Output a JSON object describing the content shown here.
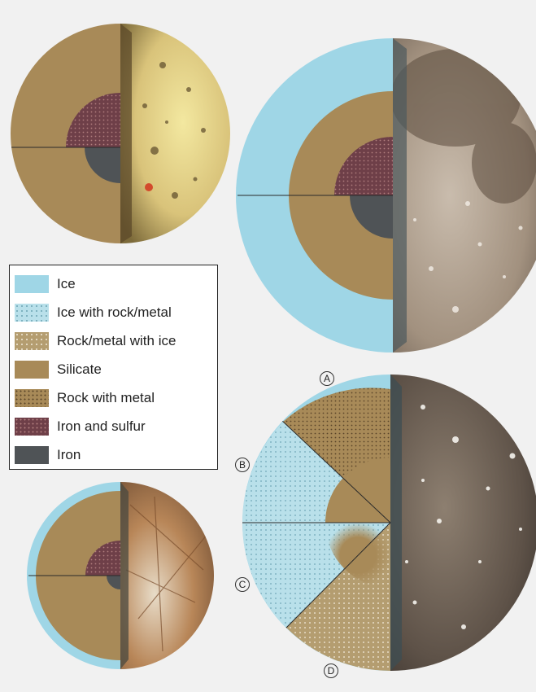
{
  "legend": {
    "items": [
      {
        "label": "Ice",
        "swatch": "ice"
      },
      {
        "label": "Ice with rock/metal",
        "swatch": "ice-rock"
      },
      {
        "label": "Rock/metal with ice",
        "swatch": "rock-ice"
      },
      {
        "label": "Silicate",
        "swatch": "silicate"
      },
      {
        "label": "Rock with metal",
        "swatch": "rock-metal"
      },
      {
        "label": "Iron and sulfur",
        "swatch": "iron-sulfur"
      },
      {
        "label": "Iron",
        "swatch": "iron"
      }
    ]
  },
  "region_labels": {
    "a": "A",
    "b": "B",
    "c": "C",
    "d": "D"
  },
  "colors": {
    "background": "#f1f1f1",
    "ice": "#9fd6e6",
    "silicate": "#a88a58",
    "iron_sulfur": "#6e3f48",
    "iron": "#4f5356",
    "rock_dot": "#5a4529",
    "ice_dot": "#6fa6b6"
  }
}
